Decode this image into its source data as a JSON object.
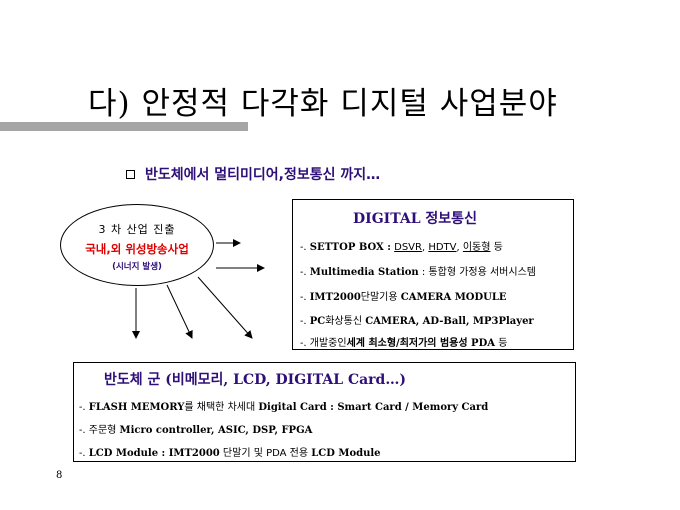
{
  "slide": {
    "title": "다) 안정적 다각화 디지털 사업분야",
    "subtitle": "반도체에서 멀티미디어,정보통신 까지…",
    "page_number": "8"
  },
  "ellipse": {
    "line1": "3 차 산업 진출",
    "line2": "국내,외 위성방송사업",
    "line3": "(시너지 발생)"
  },
  "digital_box": {
    "header": "DIGITAL 정보통신",
    "row1": {
      "prefix": "-. ",
      "bold": "SETTOP BOX :",
      "u1": "DSVR",
      "sep1": ", ",
      "u2": "HDTV",
      "sep2": ",  ",
      "u3": "이동형",
      "tail": "  등"
    },
    "row2": {
      "prefix": "-. ",
      "bold": "Multimedia Station",
      "tail": " : 통합형 가정용 서버시스템"
    },
    "row3": {
      "prefix": "-. ",
      "bold1": "IMT2000",
      "mid": "단말기용 ",
      "bold2": "CAMERA MODULE"
    },
    "row4": {
      "prefix": "-. ",
      "bold1": "PC",
      "mid": "화상통신 ",
      "bold2": "CAMERA, AD-Ball, MP3Player"
    },
    "row5": {
      "prefix": "-. ",
      "plain": "개발중인",
      "bold": "세계 최소형/최저가의 범용성 PDA",
      "tail": " 등"
    }
  },
  "semi_box": {
    "header": "반도체 군 (비메모리, LCD, DIGITAL Card…)",
    "row1": {
      "prefix": "-.  ",
      "bold1": "FLASH MEMORY",
      "mid": "를 채택한 차세대 ",
      "bold2": "Digital Card : Smart Card / Memory Card"
    },
    "row2": {
      "prefix": "-.  ",
      "plain": "주문형 ",
      "bold": "Micro controller, ASIC, DSP, FPGA"
    },
    "row3": {
      "prefix": "-.  ",
      "bold1": "LCD Module : IMT2000",
      "mid": " 단말기 및 PDA 전용 ",
      "bold2": "LCD Module"
    }
  },
  "colors": {
    "accent_navy": "#2e0f78",
    "accent_red": "#e00000",
    "title_bar_gray": "#a6a6a6"
  }
}
